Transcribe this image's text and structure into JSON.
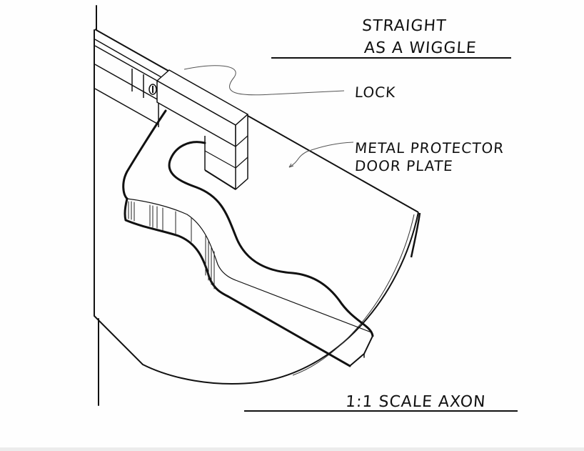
{
  "drawing": {
    "title": {
      "line1": "STRAIGHT",
      "line2": "AS A WIGGLE"
    },
    "callouts": [
      {
        "label": "LOCK"
      },
      {
        "label_line1": "METAL PROTECTOR",
        "label_line2": "DOOR PLATE"
      }
    ],
    "caption": "1:1 SCALE AXON",
    "colors": {
      "ink": "#111111",
      "paper": "#fefefe",
      "leader": "#555555"
    }
  }
}
